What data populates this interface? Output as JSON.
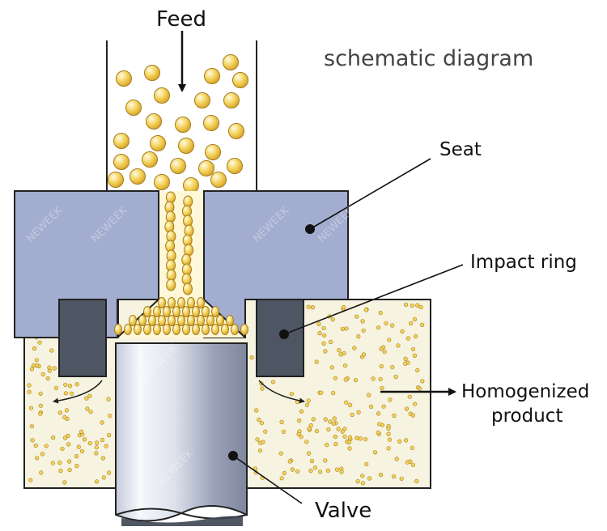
{
  "title": "schematic diagram",
  "labels": {
    "feed": "Feed",
    "seat": "Seat",
    "impact_ring": "Impact ring",
    "homogenized_line1": "Homogenized",
    "homogenized_line2": "product",
    "valve": "Valve"
  },
  "watermark": "NEWEEK",
  "colors": {
    "seat_fill": "#a3add0",
    "ring_fill": "#4e5663",
    "particle_fill": "#f3d35c",
    "particle_stroke": "#a67c1c",
    "chamber_fill": "#f6f3e0",
    "dot_fill": "#d6a83a",
    "valve_light": "#f4f6fb",
    "valve_dark": "#8a92a8"
  }
}
